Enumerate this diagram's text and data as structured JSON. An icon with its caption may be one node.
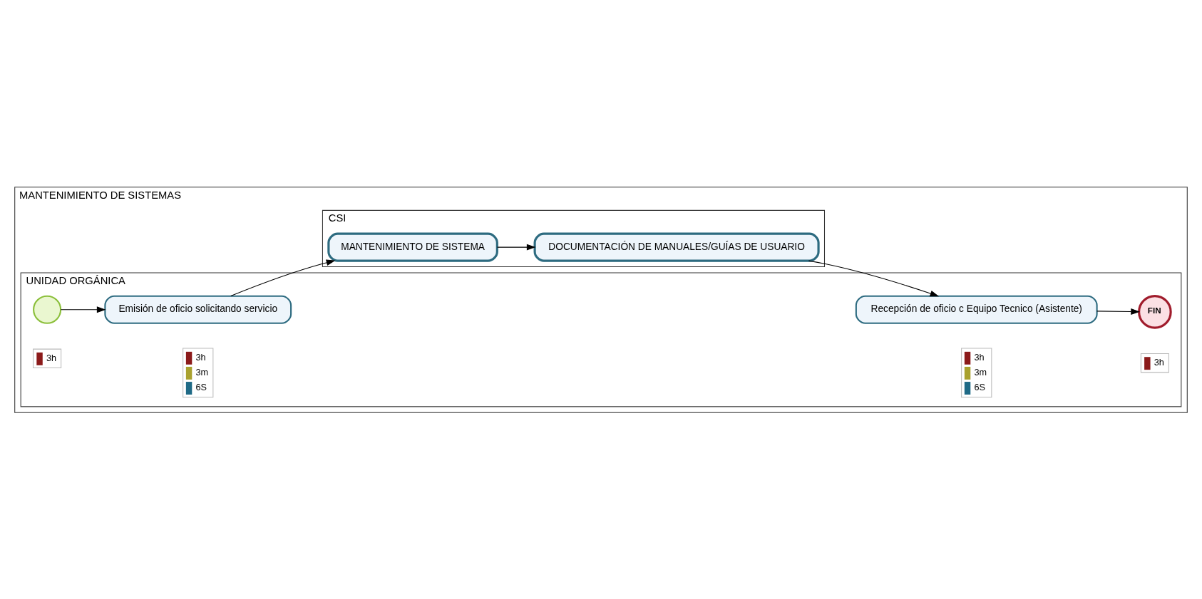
{
  "diagram": {
    "nodes": [
      {
        "text": [
          "MANTENIMIENTO DE SISTEMAS"
        ]
      },
      {
        "text": [
          "UNIDAD ORGÁNICA"
        ],
        "in": 0
      },
      {
        "text": [
          "CSI"
        ],
        "in": 0
      },
      {
        "text": [],
        "shape": "circle",
        "in": 1,
        "beside": [
          "3h"
        ]
      },
      {
        "text": [
          "Emisión de oficio solicitando servicio"
        ],
        "in": 1,
        "beside": [
          "3h",
          "3m",
          "6S"
        ]
      },
      {
        "text": [
          "Recepción de oficio c Equipo Tecnico (Asistente)"
        ],
        "in": 1,
        "beside": [
          "3h",
          "3m",
          "6S"
        ]
      },
      {
        "text": [
          "FIN"
        ],
        "in": 1,
        "beside": [
          "3h"
        ]
      },
      {
        "text": [
          "MANTENIMIENTO DE SISTEMA"
        ],
        "in": 2
      },
      {
        "text": [
          "DOCUMENTACIÓN DE MANUALES/GUÍAS DE USUARIO"
        ],
        "in": 2
      }
    ],
    "edges": [
      {
        "from": 3,
        "to": 4,
        "arrow": "to"
      },
      {
        "from": 4,
        "to": 7,
        "arrow": "to"
      },
      {
        "from": 7,
        "to": 8,
        "arrow": "to"
      },
      {
        "from": 8,
        "to": 5,
        "arrow": "to"
      },
      {
        "from": 5,
        "to": 6,
        "arrow": "to"
      }
    ]
  }
}
